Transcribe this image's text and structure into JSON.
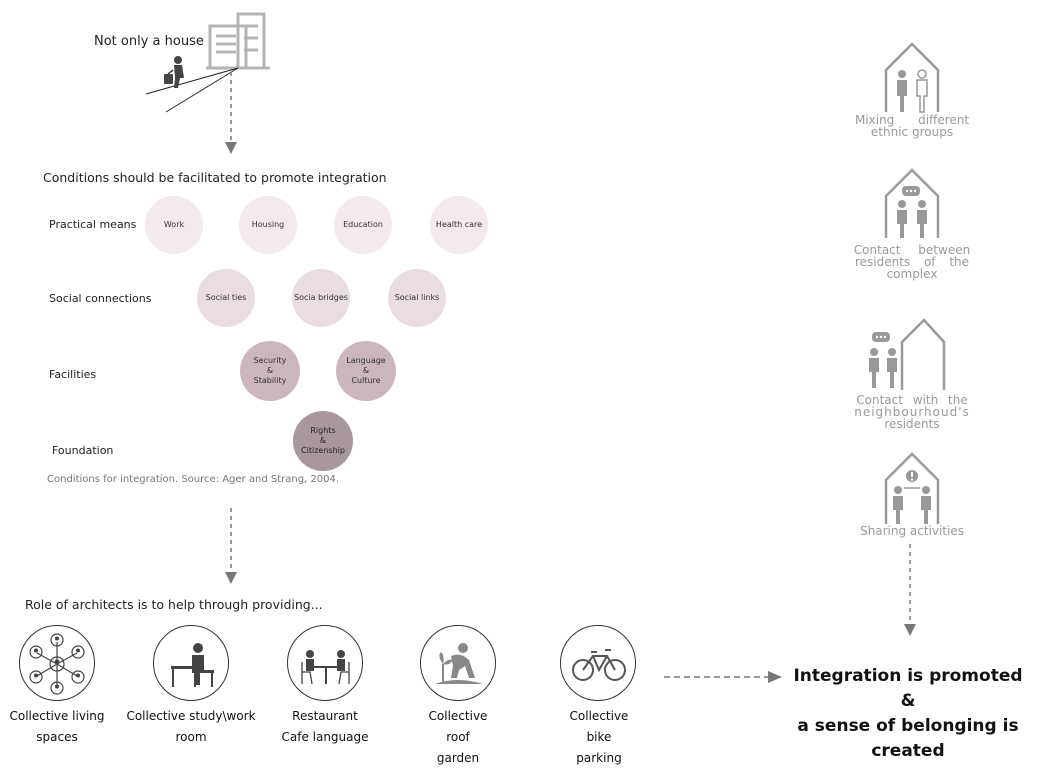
{
  "top": {
    "title": "Not only a house"
  },
  "conditions": {
    "heading": "Conditions should be facilitated to promote integration",
    "rows": [
      {
        "label": "Practical means",
        "items": [
          "Work",
          "Housing",
          "Education",
          "Health care"
        ]
      },
      {
        "label": "Social connections",
        "items": [
          "Social ties",
          "Socia bridges",
          "Social links"
        ]
      },
      {
        "label": "Facilities",
        "items": [
          "Security & Stability",
          "Language & Culture"
        ]
      },
      {
        "label": "Foundation",
        "items": [
          "Rights & Citizenship"
        ]
      }
    ],
    "facility_lines": [
      [
        "Security",
        "&",
        "Stability"
      ],
      [
        "Language",
        "&",
        "Culture"
      ]
    ],
    "foundation_lines": [
      "Rights",
      "&",
      "Citizenship"
    ],
    "source": "Conditions for integration. Source: Ager and Strang, 2004."
  },
  "role": {
    "heading": "Role of architects is to help through providing...",
    "items": [
      {
        "icon": "people-network-icon",
        "line1": "Collective living",
        "line2": "spaces"
      },
      {
        "icon": "person-desk-icon",
        "line1": "Collective study\\work",
        "line2": "room"
      },
      {
        "icon": "cafe-table-icon",
        "line1": "Restaurant",
        "line2": "Cafe language"
      },
      {
        "icon": "gardening-icon",
        "line1": "Collective roof",
        "line2": "garden"
      },
      {
        "icon": "bicycle-icon",
        "line1": "Collective bike",
        "line2": "parking"
      }
    ]
  },
  "right": {
    "items": [
      {
        "icon": "house-two-people-icon",
        "lines": [
          "Mixing different",
          "ethnic groups"
        ]
      },
      {
        "icon": "house-chat-icon",
        "lines": [
          "Contact between",
          "residents of the",
          "complex"
        ]
      },
      {
        "icon": "neighbourhood-chat-icon",
        "lines": [
          "Contact with the",
          "neighbourhoud's",
          "residents"
        ]
      },
      {
        "icon": "house-sharing-icon",
        "lines": [
          "Sharing activities"
        ]
      }
    ]
  },
  "result": {
    "line1": "Integration is promoted",
    "line2": "&",
    "line3": "a sense of belonging is created"
  }
}
